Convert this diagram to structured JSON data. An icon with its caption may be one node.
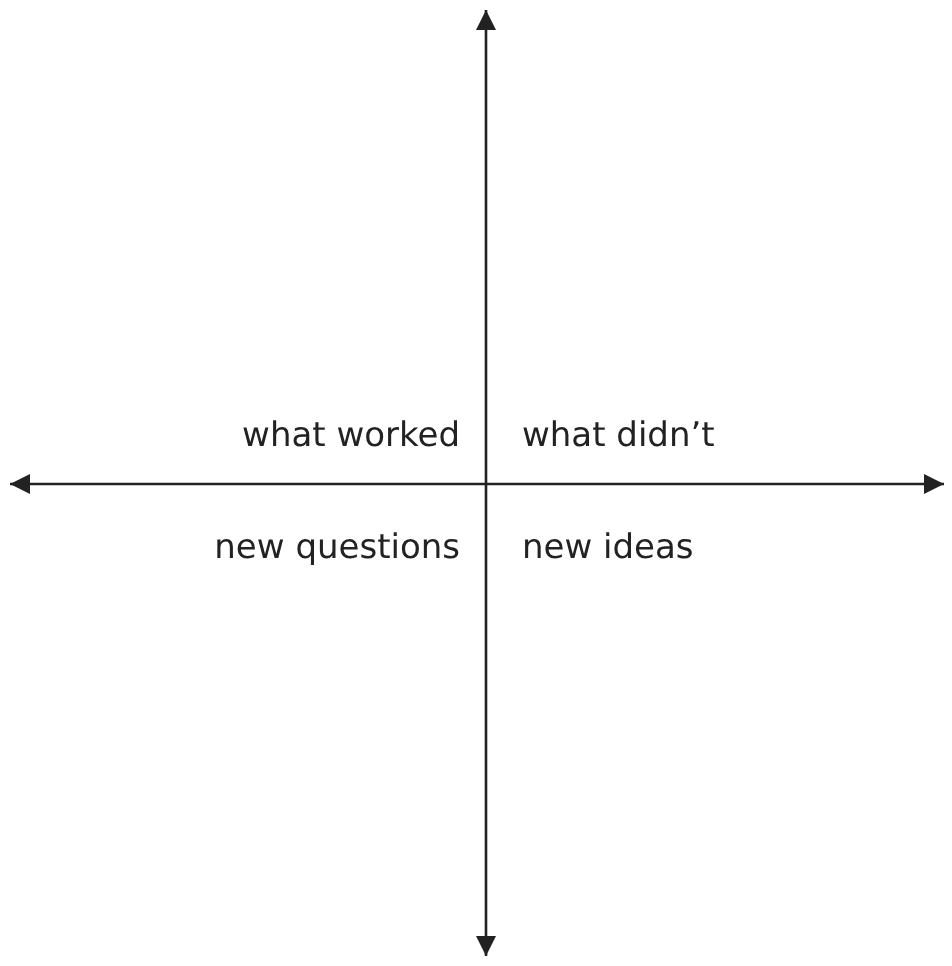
{
  "diagram": {
    "labels": [
      "what worked",
      "what didn’t",
      "new questions",
      "new ideas"
    ]
  }
}
